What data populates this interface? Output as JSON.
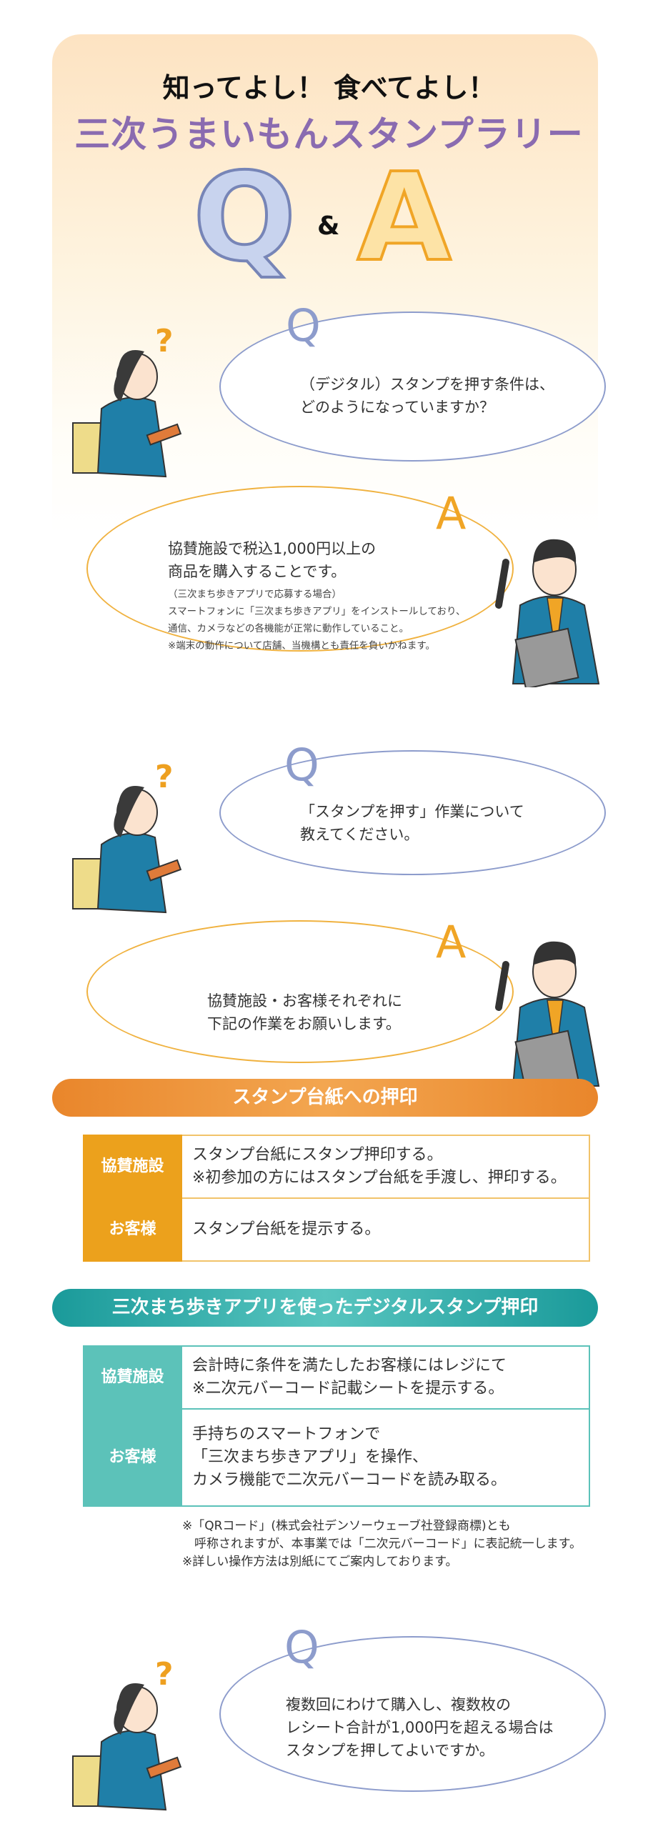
{
  "header": {
    "title_line1": "知ってよし！ 食べてよし！",
    "title_line2": "三次うまいもんスタンプラリー",
    "q": "Q",
    "amp": "&",
    "a": "A"
  },
  "qa": [
    {
      "q_letter": "Q",
      "question": [
        "（デジタル）スタンプを押す条件は、",
        "どのようになっていますか？"
      ],
      "a_letter": "A",
      "answer": [
        "協賛施設で税込1,000円以上の",
        "商品を購入することです。"
      ],
      "answer_notes": [
        "（三次まち歩きアプリで応募する場合）",
        "スマートフォンに「三次まち歩きアプリ」をインストールしており、",
        "通信、カメラなどの各機能が正常に動作していること。",
        "※端末の動作について店舗、当機構とも責任を負いかねます。"
      ]
    },
    {
      "q_letter": "Q",
      "question": [
        "「スタンプを押す」作業について",
        "教えてください。"
      ],
      "a_letter": "A",
      "answer": [
        "協賛施設・お客様それぞれに",
        "下記の作業をお願いします。"
      ]
    },
    {
      "q_letter": "Q",
      "question": [
        "複数回にわけて購入し、複数枚の",
        "レシート合計が1,000円を超える場合は",
        "スタンプを押してよいですか。"
      ]
    }
  ],
  "section1": {
    "title": "スタンプ台紙への押印",
    "rows": [
      {
        "label": "協賛施設",
        "lines": [
          "スタンプ台紙にスタンプ押印する。",
          "※初参加の方にはスタンプ台紙を手渡し、押印する。"
        ]
      },
      {
        "label": "お客様",
        "lines": [
          "スタンプ台紙を提示する。"
        ]
      }
    ]
  },
  "section2": {
    "title": "三次まち歩きアプリを使ったデジタルスタンプ押印",
    "rows": [
      {
        "label": "協賛施設",
        "lines": [
          "会計時に条件を満たしたお客様にはレジにて",
          "※二次元バーコード記載シートを提示する。"
        ]
      },
      {
        "label": "お客様",
        "lines": [
          "手持ちのスマートフォンで",
          "「三次まち歩きアプリ」を操作、",
          "カメラ機能で二次元バーコードを読み取る。"
        ]
      }
    ],
    "notes": [
      "※「QRコード」(株式会社デンソーウェーブ社登録商標)とも",
      "　呼称されますが、本事業では「二次元バーコード」に表記統一します。",
      "※詳しい操作方法は別紙にてご案内しております。"
    ]
  },
  "colors": {
    "orange": "#eca11c",
    "teal": "#5cc2b9",
    "purple": "#8a6bb0",
    "q_blue": "#8d9ccc"
  }
}
